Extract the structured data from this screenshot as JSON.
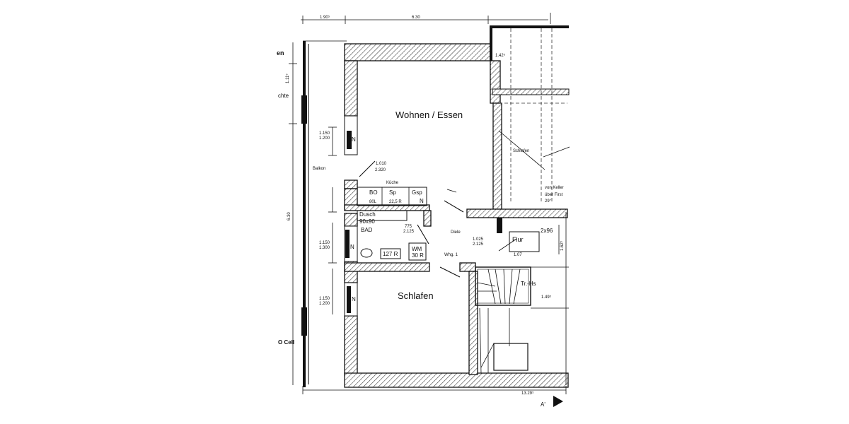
{
  "rooms": {
    "wohnen": "Wohnen / Essen",
    "schlafen": "Schlafen",
    "kueche": "Küche",
    "bad": "BAD",
    "diele": "Diele",
    "flur": "Flur",
    "balkon": "Balkon",
    "wohnung": "Whg. 1",
    "schlafen_neighbor": "Schlafen"
  },
  "fixtures": {
    "bo": "BO",
    "sp": "Sp",
    "gsp": "Gsp",
    "bo_size": "80L",
    "counter": "22,5 R",
    "dusche": "Dusch",
    "dusche_size": "90x90",
    "wm": "WM",
    "wm_value": "30 R",
    "bath_value": "127 R",
    "n1": "N",
    "n2": "N",
    "n3": "N",
    "n4": "N"
  },
  "dimensions": {
    "top_left": "1.90⁵",
    "top_mid": "6.30",
    "top_right": "1.42⁵",
    "left_top": "1.11⁵",
    "left_total": "6.30",
    "bottom": "13.29⁵",
    "flur_size": "2x96",
    "flur_value": "1.07",
    "stair_top": "1.49⁵",
    "door_kueche_1": "1.010",
    "door_kueche_2": "2.320",
    "door_diele_1": "1.025",
    "door_diele_2": "2.125",
    "win1_a": "1.150",
    "win1_b": "1.200",
    "win2_a": "1.150",
    "win2_b": "1.300",
    "win3_a": "1.150",
    "win3_b": "1.200",
    "bad_door_a": "775",
    "bad_door_b": "2.125",
    "side_right": "1.62⁵"
  },
  "neighbors": {
    "von_keller": "von Keller",
    "ueber_first": "über First",
    "slope": "29°",
    "treppenhaus": "Tr.-Hs"
  },
  "edge_labels": {
    "left_top": "en",
    "left_mid": "chte",
    "left_bottom": "O Cell",
    "section_mark": "A'"
  }
}
